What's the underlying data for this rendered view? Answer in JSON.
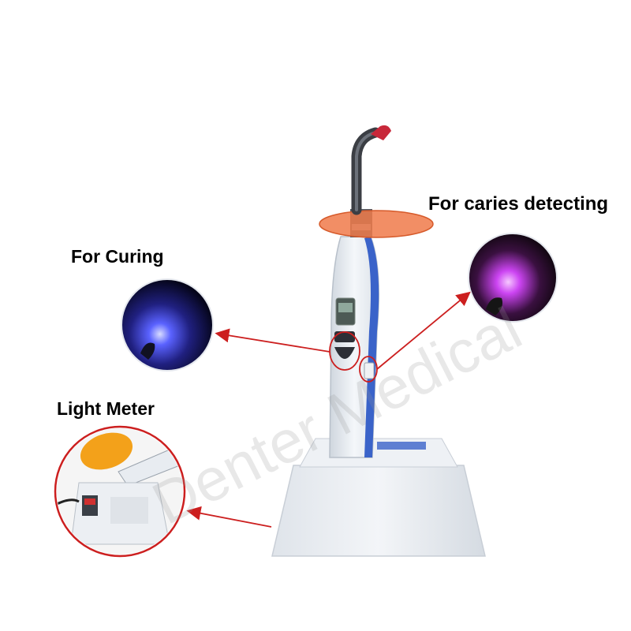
{
  "labels": {
    "curing": "For Curing",
    "caries": "For caries detecting",
    "light_meter": "Light Meter"
  },
  "watermark": "Denter Medical",
  "colors": {
    "annotation_red": "#cc1f1f",
    "device_white": "#e9eef3",
    "device_blue_stripe": "#3a63c9",
    "orange_shield": "#f07a4a",
    "curing_light": "#4a55ff",
    "caries_light": "#c23cf0"
  }
}
